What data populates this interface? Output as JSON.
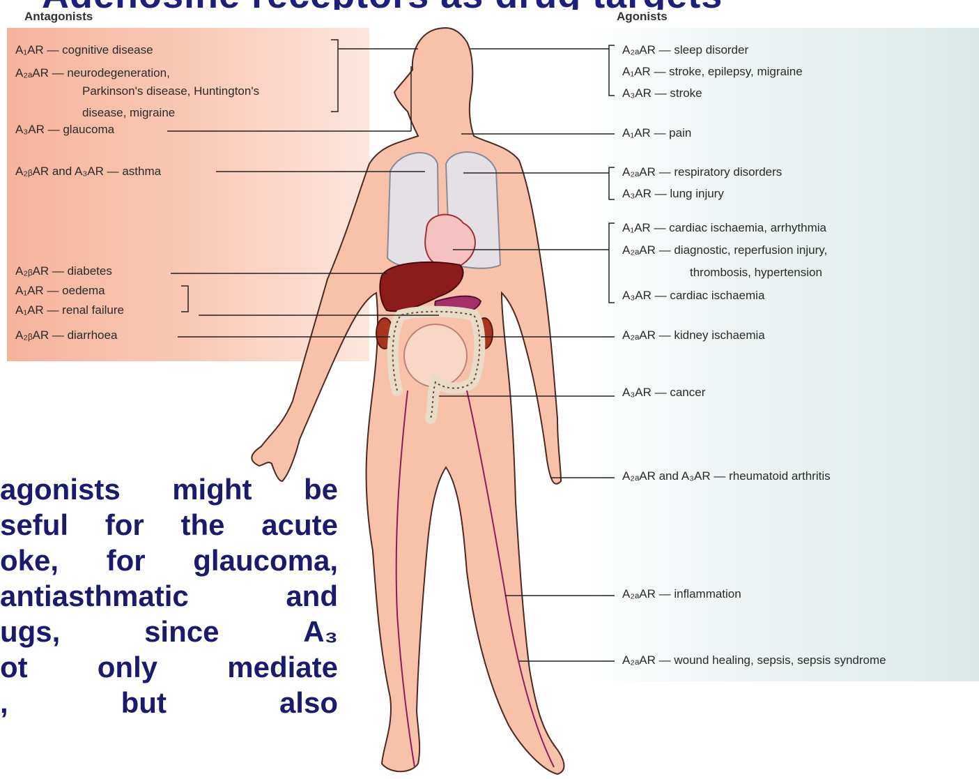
{
  "title_fragment": "Adenosine receptors as drug targets",
  "antagonists": {
    "heading": "Antagonists",
    "items": [
      {
        "receptor": "A₁AR",
        "text": "— cognitive disease"
      },
      {
        "receptor": "A₂ₐAR",
        "text": "— neurodegeneration,"
      },
      {
        "receptor": "",
        "text": "Parkinson's disease, Huntington's"
      },
      {
        "receptor": "",
        "text": "disease, migraine"
      },
      {
        "receptor": "A₃AR",
        "text": "— glaucoma"
      },
      {
        "receptor": "A₂ᵦAR and A₃AR",
        "text": "— asthma"
      },
      {
        "receptor": "A₂ᵦAR",
        "text": "— diabetes"
      },
      {
        "receptor": "A₁AR",
        "text": "— oedema"
      },
      {
        "receptor": "A₁AR",
        "text": "— renal failure"
      },
      {
        "receptor": "A₂ᵦAR",
        "text": "— diarrhoea"
      }
    ]
  },
  "agonists": {
    "heading": "Agonists",
    "items": [
      {
        "receptor": "A₂ₐAR",
        "text": "— sleep disorder"
      },
      {
        "receptor": "A₁AR",
        "text": "— stroke, epilepsy, migraine"
      },
      {
        "receptor": "A₃AR",
        "text": "— stroke"
      },
      {
        "receptor": "A₁AR",
        "text": "— pain"
      },
      {
        "receptor": "A₂ₐAR",
        "text": "— respiratory disorders"
      },
      {
        "receptor": "A₃AR",
        "text": "— lung injury"
      },
      {
        "receptor": "A₁AR",
        "text": "— cardiac ischaemia, arrhythmia"
      },
      {
        "receptor": "A₂ₐAR",
        "text": "— diagnostic, reperfusion injury,"
      },
      {
        "receptor": "",
        "text": "thrombosis, hypertension"
      },
      {
        "receptor": "A₃AR",
        "text": "— cardiac ischaemia"
      },
      {
        "receptor": "A₂ₐAR",
        "text": "— kidney ischaemia"
      },
      {
        "receptor": "A₃AR",
        "text": "— cancer"
      },
      {
        "receptor": "A₂ₐAR and A₃AR",
        "text": "— rheumatoid arthritis"
      },
      {
        "receptor": "A₂ₐAR",
        "text": "— inflammation"
      },
      {
        "receptor": "A₂ₐAR",
        "text": "— wound healing, sepsis, sepsis syndrome"
      }
    ]
  },
  "paragraph": {
    "lines": [
      [
        "agonists",
        "might",
        "be"
      ],
      [
        "seful",
        "for",
        "the",
        "acute"
      ],
      [
        "oke,",
        "for",
        "glaucoma,"
      ],
      [
        "antiasthmatic",
        "and"
      ],
      [
        "ugs,",
        "since",
        "A₃"
      ],
      [
        "ot",
        "only",
        "mediate"
      ],
      [
        ",",
        "but",
        "also"
      ]
    ]
  },
  "colors": {
    "antagonist_panel": "#f6b39d",
    "agonist_panel": "#dce8e8",
    "body_skin": "#f7c1aa",
    "paragraph_text": "#1b1b6e"
  }
}
